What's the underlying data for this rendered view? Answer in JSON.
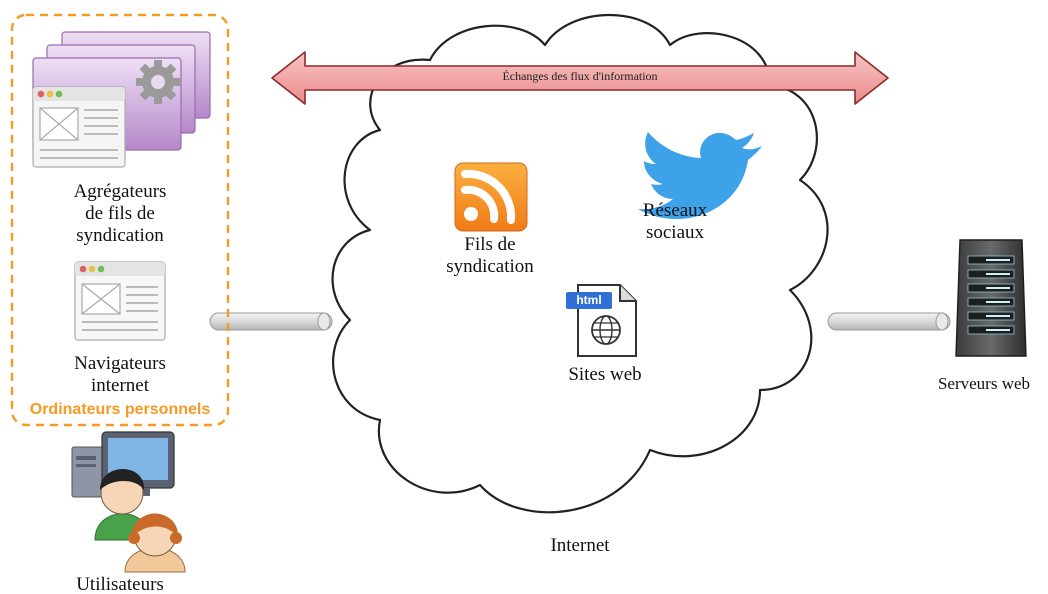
{
  "exchange_arrow": {
    "label": "Échanges des flux d'information"
  },
  "personal_computers": {
    "title": "Ordinateurs personnels",
    "aggregators": [
      "Agrégateurs",
      "de fils de",
      "syndication"
    ],
    "browsers": [
      "Navigateurs",
      "internet"
    ]
  },
  "users": {
    "label": "Utilisateurs"
  },
  "internet": {
    "label": "Internet",
    "feeds": [
      "Fils de",
      "syndication"
    ],
    "social": [
      "Réseaux",
      "sociaux"
    ],
    "sites": {
      "label": "Sites web",
      "badge": "html"
    }
  },
  "servers": {
    "label": "Serveurs web"
  },
  "colors": {
    "group_border": "#f59a23",
    "arrow_fill": "#f4a3a3",
    "rss": "#f7931e",
    "twitter": "#3ea2e8"
  },
  "icons": [
    "window-stack-icon",
    "gear-icon",
    "browser-window-icon",
    "users-icon",
    "rss-icon",
    "twitter-bird-icon",
    "html-document-icon",
    "server-rack-icon"
  ]
}
